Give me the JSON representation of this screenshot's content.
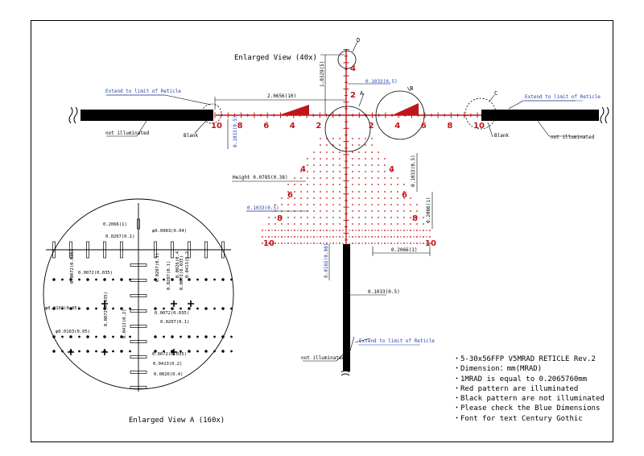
{
  "views": {
    "enlarged_40x": "Enlarged View (40x)",
    "enlarged_a": "Enlarged View A (160x)"
  },
  "detail_labels": [
    "A",
    "B",
    "C",
    "D"
  ],
  "callouts": {
    "extend_left": "Extend to limit of Reticle",
    "extend_right": "Extend to limit of Reticle",
    "extend_bottom": "Extend to limit of Reticle",
    "blank_left": "Blank",
    "blank_right": "Blank",
    "not_illum_left": "not illuminated",
    "not_illum_right": "not illuminated",
    "not_illum_bottom": "not illuminated"
  },
  "dimensions": {
    "d_2_0656": "2.0656(10)",
    "d_1_0329": "1.0329(5)",
    "d_0_1033_top": "0.1033(0.5)",
    "d_0_1033_left": "0.1033(0.5)",
    "d_height": "Height 0.0785(0.38)",
    "d_0_1033_blue": "0.1033(0.5)",
    "d_0_1033_right": "0.1033(0.5)",
    "d_0_2066_right": "0.2066(1)",
    "d_0_2066_bottom": "0.2066(1)",
    "d_0_0165": "0.0165(0.08)",
    "d_0_1033_post": "0.1033(0.5)"
  },
  "detail_dims": {
    "a1": "0.2066(1)",
    "a2": "0.0207(0.1)",
    "a3": "φ0.0083(0.04)",
    "a4": "0.0072(0.035)",
    "a5": "0.0072(0.035)",
    "a6": "0.0207(0.1)",
    "a7": "0.0207(0.1)",
    "a8": "0.0072(0.035)",
    "a9": "0.0826(0.4)",
    "a10": "0.0413(0.2)",
    "a11": "φ0.0103(0.05)",
    "a12": "0.0072(0.035)",
    "a13": "0.0207(0.1)",
    "a14": "0.0072(0.035)",
    "a15": "0.0413(0.2)",
    "a16": "φ0.0103(0.05)",
    "a17": "0.0072(0.035)",
    "a18": "0.0413(0.2)",
    "a19": "0.0826(0.4)"
  },
  "numbers": {
    "h_left": [
      "10",
      "8",
      "6",
      "4",
      "2"
    ],
    "h_right": [
      "2",
      "4",
      "6",
      "8",
      "10"
    ],
    "v_top": [
      "4",
      "2"
    ],
    "grid_left": [
      "4",
      "6",
      "8",
      "10"
    ],
    "grid_right": [
      "4",
      "6",
      "8",
      "10"
    ]
  },
  "notes": [
    "・5-30x56FFP V5MRAD RETICLE  Rev.2",
    "・Dimension：mm(MRAD)",
    "・1MRAD is equal to 0.2065760mm",
    "・Red pattern are illuminated",
    "・Black pattern are not illuminated",
    "・Please check the Blue Dimensions",
    "・Font for text Century Gothic"
  ],
  "colors": {
    "red": "#c0161b",
    "blue": "#1f3fb5",
    "black": "#000000"
  }
}
